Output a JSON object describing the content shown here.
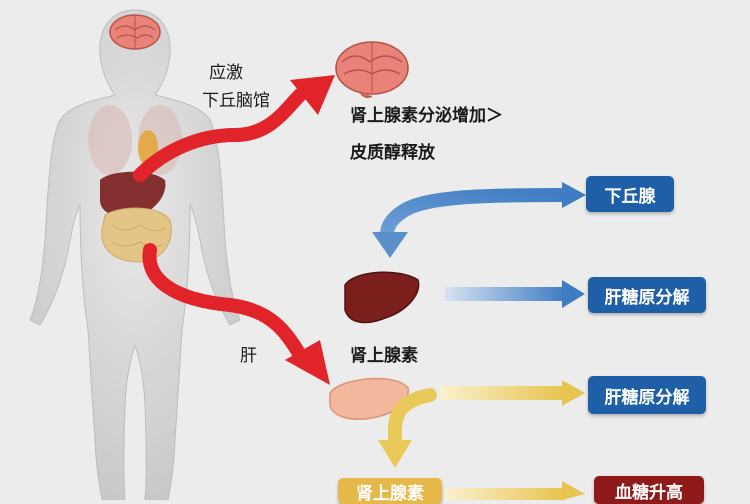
{
  "labels": {
    "stress": "应激",
    "hypothalamus_label": "下丘脑馆",
    "liver_label": "肝",
    "adrenal_secretion_line1": "肾上腺素分泌增加＞",
    "adrenal_secretion_line2": "皮质醇释放",
    "adrenaline_mid": "肾上腺素"
  },
  "boxes": {
    "hypothalamus": "下丘腺",
    "glycogenolysis_1": "肝糖原分解",
    "glycogenolysis_2": "肝糖原分解",
    "adrenaline_bottom": "肾上腺素",
    "blood_sugar": "血糖升高"
  },
  "colors": {
    "red_arrow": "#e0242a",
    "blue_arrow": "#5b8fc9",
    "gold_arrow": "#e8c95a",
    "box_blue": "#1f5fa8",
    "box_gold": "#e5b84a",
    "box_red": "#8e1a1a",
    "body": "#d9d9d9"
  }
}
